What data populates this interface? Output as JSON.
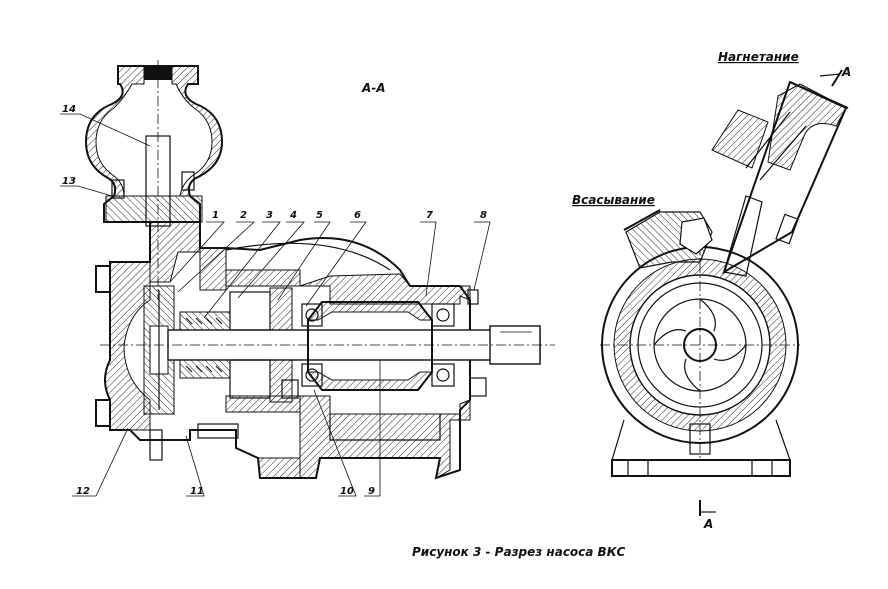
{
  "section_label": "А-А",
  "discharge_label": "Нагнетание",
  "suction_label": "Всасывание",
  "view_marker_top": "А",
  "view_marker_bottom": "А",
  "caption": "Рисунок 3 - Разрез насоса ВКС",
  "callouts": [
    "1",
    "2",
    "3",
    "4",
    "5",
    "6",
    "7",
    "8",
    "9",
    "10",
    "11",
    "12",
    "13",
    "14"
  ],
  "colors": {
    "ink": "#111111",
    "paper": "#ffffff"
  }
}
